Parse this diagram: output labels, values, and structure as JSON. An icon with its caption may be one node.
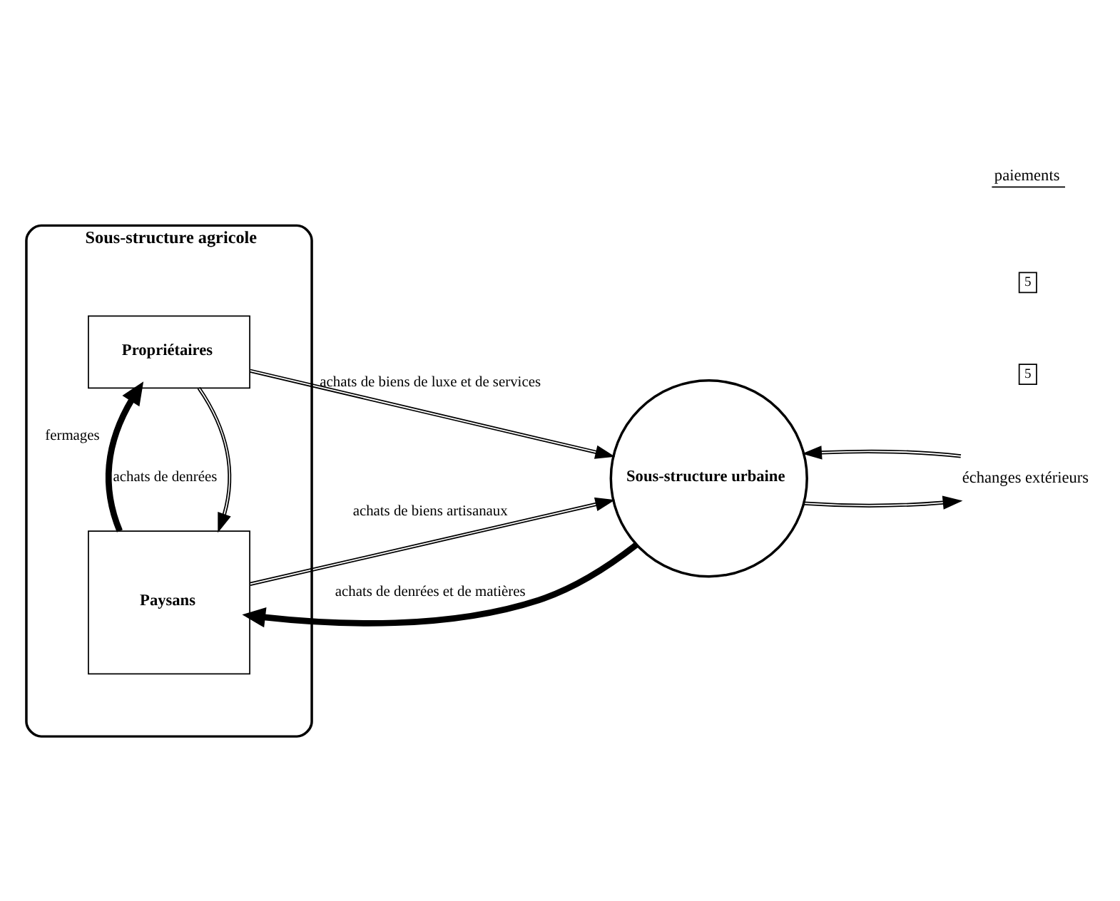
{
  "diagram": {
    "nodes": [
      {
        "text": [
          "Sous-structure agricole"
        ]
      },
      {
        "text": [
          "Propriétaires"
        ],
        "in": 0
      },
      {
        "text": [
          "Paysans"
        ],
        "in": 0
      },
      {
        "text": [
          "Sous-structure urbaine"
        ]
      },
      {
        "text": [
          "échanges extérieurs"
        ]
      }
    ],
    "edges": [
      {
        "from": 1,
        "to": 2,
        "arrow": "to",
        "label": "achats de denrées"
      },
      {
        "from": 2,
        "to": 1,
        "arrow": "to",
        "label": "fermages",
        "style": "thick"
      },
      {
        "from": 1,
        "to": 3,
        "arrow": "to",
        "label": "achats de biens de luxe et de services"
      },
      {
        "from": 2,
        "to": 3,
        "arrow": "to",
        "label": "achats de biens artisanaux"
      },
      {
        "from": 3,
        "to": 2,
        "arrow": "to",
        "label": "achats de denrées et de matières",
        "style": "thick"
      },
      {
        "from": 3,
        "to": 4,
        "arrow": "to"
      },
      {
        "from": 4,
        "to": 3,
        "arrow": "to"
      }
    ],
    "labels": [
      "5",
      "5"
    ],
    "legend": [
      {
        "text": "paiements"
      }
    ]
  }
}
